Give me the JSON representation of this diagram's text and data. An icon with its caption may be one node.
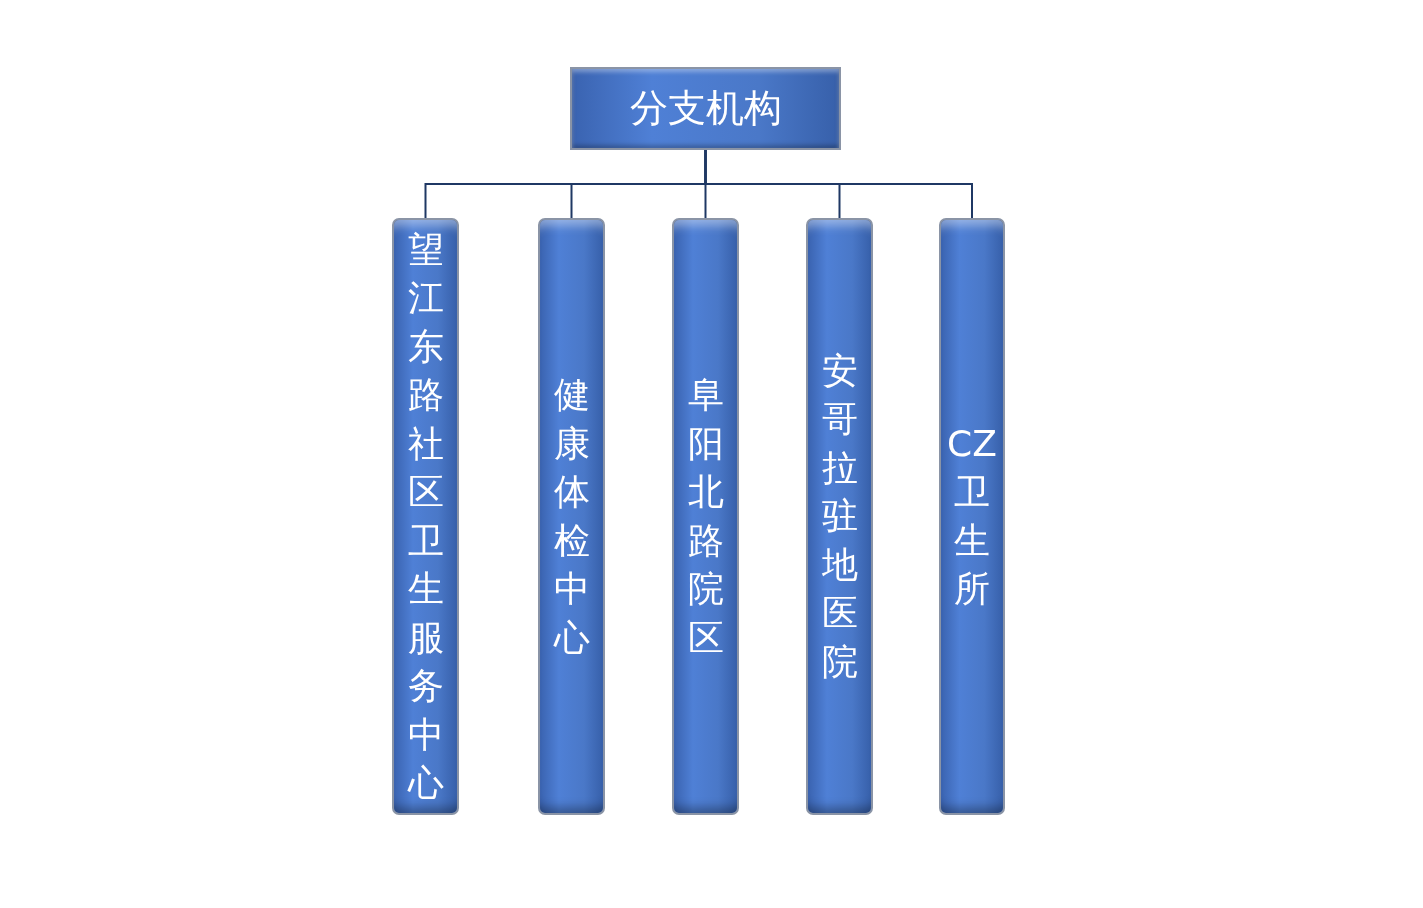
{
  "diagram": {
    "nodes": [
      {
        "text": [
          "分支机构"
        ]
      },
      {
        "text": [
          "望江东路社区卫生服务中心"
        ]
      },
      {
        "text": [
          "健康体检中心"
        ]
      },
      {
        "text": [
          "阜阳北路院区"
        ]
      },
      {
        "text": [
          "安哥拉驻地医院"
        ]
      },
      {
        "text": [
          "CZ卫生所"
        ]
      }
    ],
    "edges": [
      {
        "from": 0,
        "to": 1,
        "arrow": "none"
      },
      {
        "from": 0,
        "to": 2,
        "arrow": "none"
      },
      {
        "from": 0,
        "to": 3,
        "arrow": "none"
      },
      {
        "from": 0,
        "to": 4,
        "arrow": "none"
      },
      {
        "from": 0,
        "to": 5,
        "arrow": "none"
      }
    ]
  }
}
